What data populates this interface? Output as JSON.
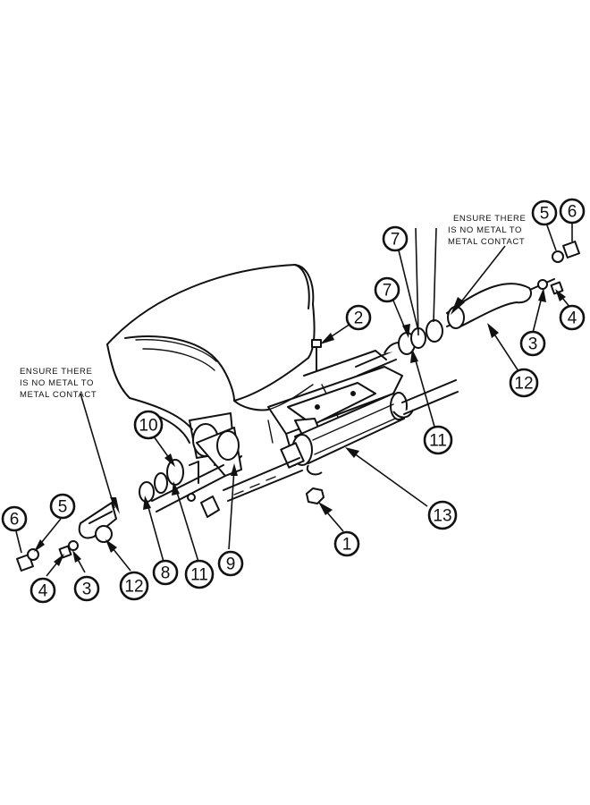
{
  "notes": {
    "left": [
      "ENSURE THERE",
      "IS NO METAL TO",
      "METAL CONTACT"
    ],
    "right": [
      "ENSURE THERE",
      "IS NO METAL TO",
      "METAL CONTACT"
    ]
  },
  "callouts": {
    "c1": "1",
    "c2": "2",
    "c3a": "3",
    "c3b": "3",
    "c4a": "4",
    "c4b": "4",
    "c5a": "5",
    "c5b": "5",
    "c6a": "6",
    "c6b": "6",
    "c7a": "7",
    "c7b": "7",
    "c8": "8",
    "c9": "9",
    "c10": "10",
    "c11a": "11",
    "c11b": "11",
    "c12a": "12",
    "c12b": "12",
    "c13": "13"
  }
}
